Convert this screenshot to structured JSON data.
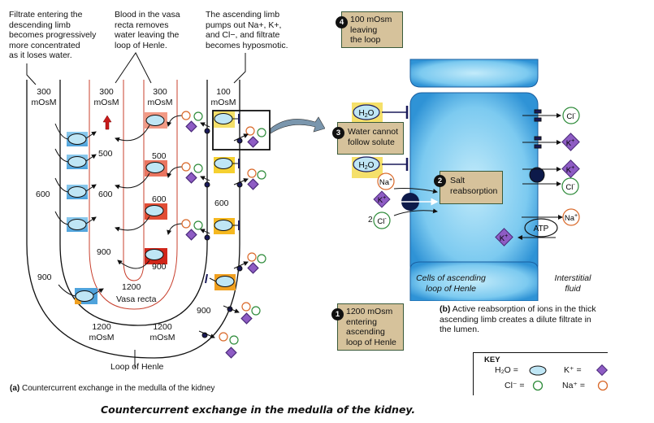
{
  "panel_a": {
    "notes": {
      "descending": "Filtrate entering the\ndescending limb\nbecomes progressively\nmore concentrated\nas it loses water.",
      "vasa_recta": "Blood in the vasa\nrecta removes\nwater leaving the\nloop of Henle.",
      "ascending": "The ascending limb\npumps out Na+, K+,\nand Cl−, and filtrate\nbecomes hyposmotic."
    },
    "concentrations": {
      "desc_top": "300\nmOsM",
      "vr_left_top": "300\nmOsM",
      "vr_right_top": "300\nmOsM",
      "asc_top": "100\nmOsM",
      "vr_left_500": "500",
      "vr_right_500": "500",
      "desc_600": "600",
      "vr_left_600": "600",
      "vr_right_600": "600",
      "asc_600": "600",
      "vr_left_900": "900",
      "vr_right_900": "900",
      "desc_900": "900",
      "asc_900": "900",
      "vr_bottom": "1200",
      "bottom_left": "1200\nmOsM",
      "bottom_right": "1200\nmOsM"
    },
    "labels": {
      "vasa_recta": "Vasa recta",
      "loop_of_henle": "Loop of Henle"
    },
    "caption_prefix": "(a)",
    "caption": "Countercurrent exchange in the medulla of the kidney"
  },
  "panel_b": {
    "steps": [
      {
        "num": "1",
        "text": "1200 mOsm\nentering\nascending\nloop of Henle"
      },
      {
        "num": "2",
        "text": "Salt\nreabsorption"
      },
      {
        "num": "3",
        "text": "Water cannot\nfollow solute"
      },
      {
        "num": "4",
        "text": "100 mOsm\nleaving\nthe loop"
      }
    ],
    "ions": {
      "h2o": "H₂O",
      "cl": "Cl⁻",
      "k": "K⁺",
      "na": "Na⁺",
      "two_cl": "2",
      "atp": "ATP"
    },
    "labels": {
      "cells": "Cells of ascending\nloop of Henle",
      "interstitial": "Interstitial\nfluid"
    },
    "caption_prefix": "(b)",
    "caption": "Active reabsorption of ions in the thick\nascending limb creates a dilute filtrate in\nthe lumen."
  },
  "key": {
    "title": "KEY",
    "items": [
      {
        "label": "H₂O =",
        "symbol": "water-oval"
      },
      {
        "label": "K⁺ =",
        "symbol": "potassium-diamond"
      },
      {
        "label": "Cl⁻ =",
        "symbol": "chloride-circle"
      },
      {
        "label": "Na⁺ =",
        "symbol": "sodium-circle"
      }
    ]
  },
  "main_caption": "Countercurrent exchange in the medulla of the kidney.",
  "colors": {
    "water": "#bfe6f5",
    "chloride": "#2e8b3a",
    "sodium": "#d9692a",
    "potassium": "#8e5cc4",
    "cell": "#5bb8ea",
    "step_box": "#d6c29b",
    "vasa_recta": "#c8402e"
  }
}
